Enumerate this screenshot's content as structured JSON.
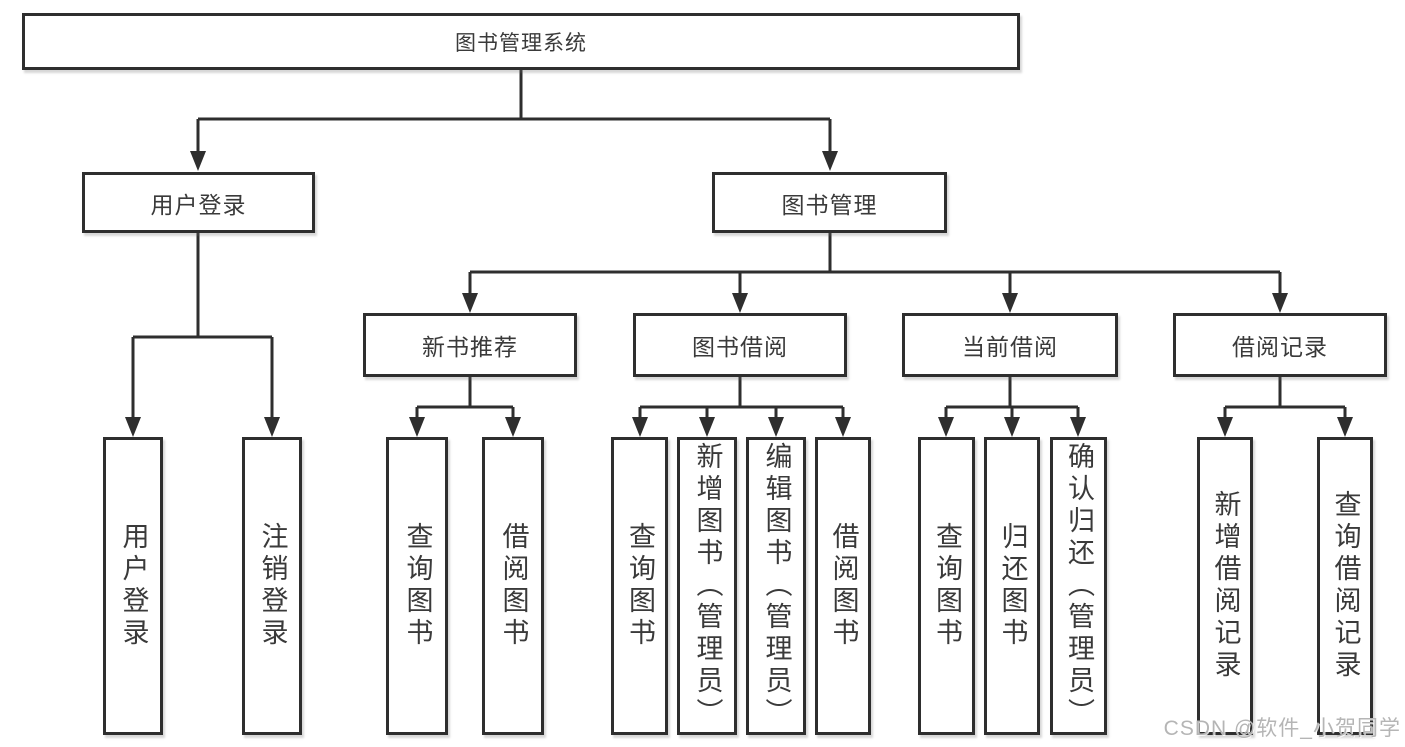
{
  "nodes": {
    "root": "图书管理系统",
    "user_login": "用户登录",
    "book_mgmt": "图书管理",
    "new_book_rec": "新书推荐",
    "book_borrow": "图书借阅",
    "current_borrow": "当前借阅",
    "borrow_records": "借阅记录",
    "ul_user_login": "用户登录",
    "ul_logout": "注销登录",
    "nb_query_books": "查询图书",
    "nb_borrow_books": "借阅图书",
    "bb_query_books": "查询图书",
    "bb_add_books": "新增图书（管理员）",
    "bb_edit_books": "编辑图书（管理员）",
    "bb_borrow_books": "借阅图书",
    "cb_query_books": "查询图书",
    "cb_return_books": "归还图书",
    "cb_confirm_return": "确认归还（管理员）",
    "br_add_record": "新增借阅记录",
    "br_query_record": "查询借阅记录"
  },
  "structure": [
    {
      "parent": "root",
      "children": [
        "user_login",
        "book_mgmt"
      ]
    },
    {
      "parent": "user_login",
      "children": [
        "ul_user_login",
        "ul_logout"
      ]
    },
    {
      "parent": "book_mgmt",
      "children": [
        "new_book_rec",
        "book_borrow",
        "current_borrow",
        "borrow_records"
      ]
    },
    {
      "parent": "new_book_rec",
      "children": [
        "nb_query_books",
        "nb_borrow_books"
      ]
    },
    {
      "parent": "book_borrow",
      "children": [
        "bb_query_books",
        "bb_add_books",
        "bb_edit_books",
        "bb_borrow_books"
      ]
    },
    {
      "parent": "current_borrow",
      "children": [
        "cb_query_books",
        "cb_return_books",
        "cb_confirm_return"
      ]
    },
    {
      "parent": "borrow_records",
      "children": [
        "br_add_record",
        "br_query_record"
      ]
    }
  ],
  "watermark": {
    "text": "CSDN @软件_小贺同学"
  },
  "colors": {
    "line": "#2e2e2e",
    "text": "#3a3a3a",
    "watermark": "#b5b5b5",
    "background": "#ffffff"
  }
}
